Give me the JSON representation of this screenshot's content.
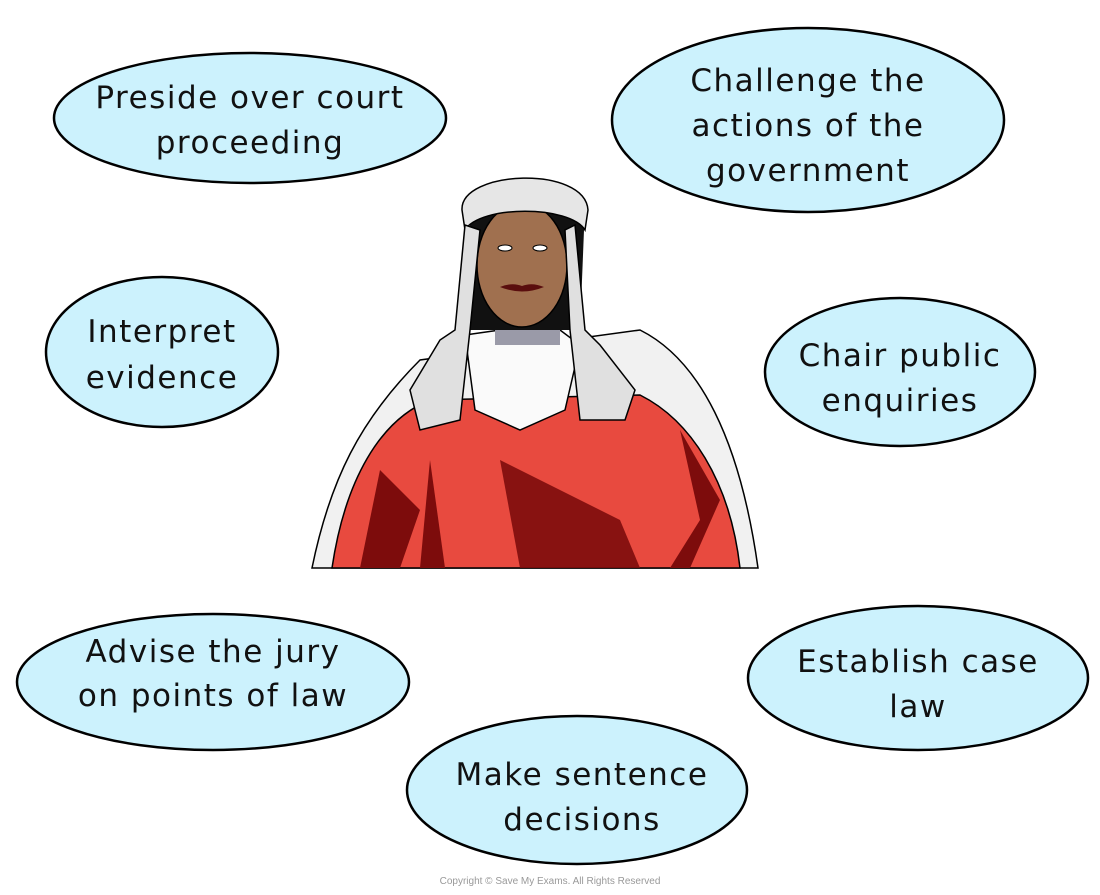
{
  "bubbles": [
    {
      "lines": [
        "Preside over court",
        "proceeding"
      ]
    },
    {
      "lines": [
        "Challenge the",
        "actions of the",
        "government"
      ]
    },
    {
      "lines": [
        "Interpret",
        "evidence"
      ]
    },
    {
      "lines": [
        "Chair public",
        "enquiries"
      ]
    },
    {
      "lines": [
        "Advise the jury",
        "on points of law"
      ]
    },
    {
      "lines": [
        "Establish case",
        "law"
      ]
    },
    {
      "lines": [
        "Make sentence",
        "decisions"
      ]
    }
  ],
  "illustration": {
    "subject": "judge-in-wig-and-red-robe",
    "colors": {
      "robe": "#e84a3f",
      "robe_shadow": "#7d0c0c",
      "wig": "#e6e6e6",
      "skin": "#a0704f",
      "bubble": "#ccf2fd"
    }
  },
  "copyright": "Copyright © Save My Exams. All Rights Reserved"
}
